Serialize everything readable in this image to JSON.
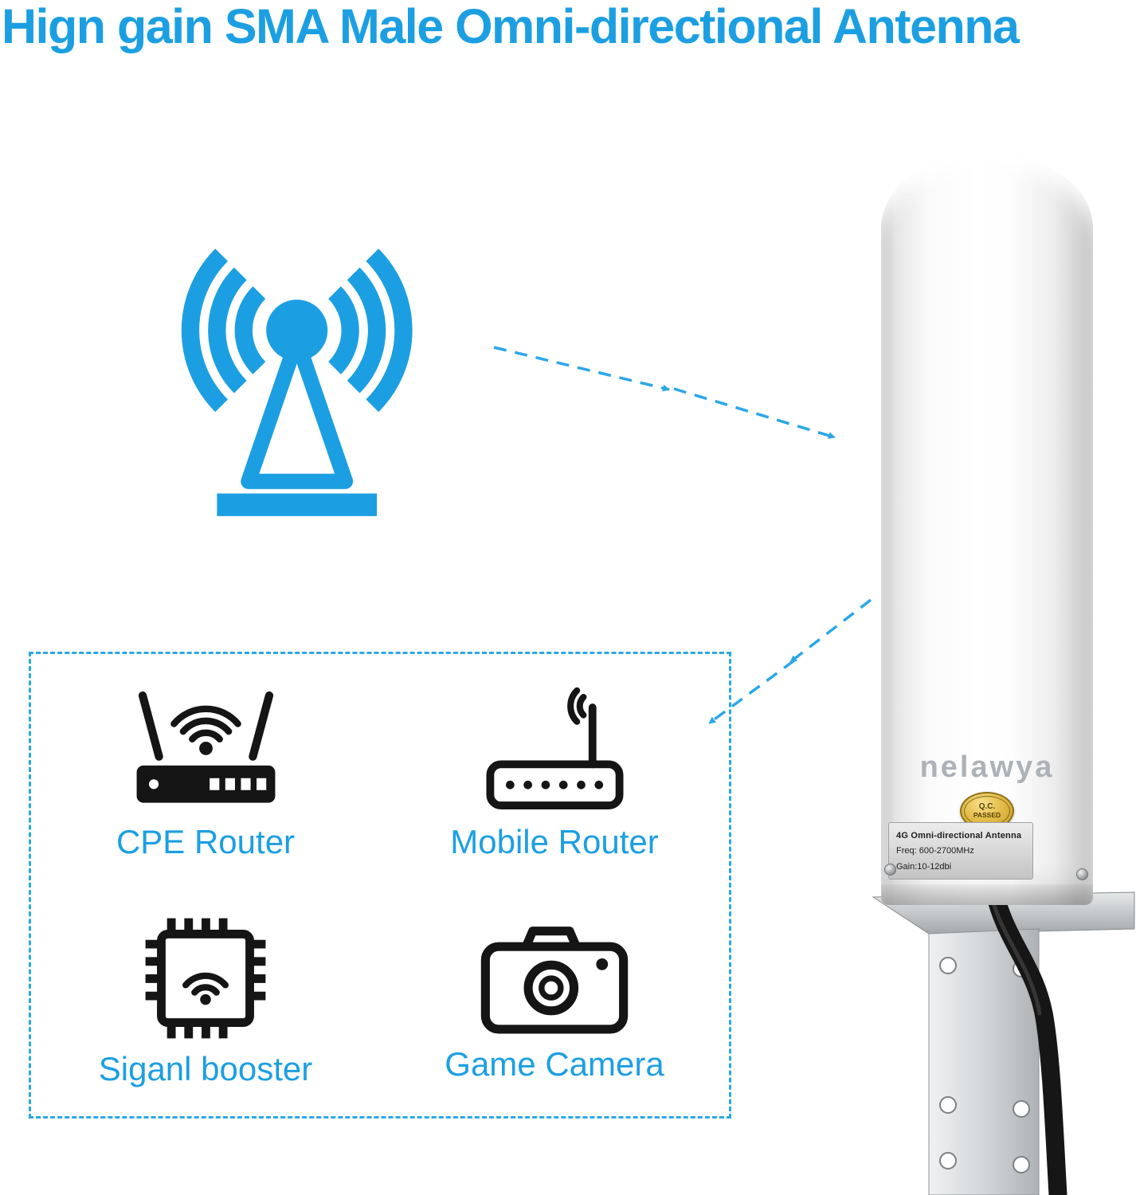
{
  "title": "Hign gain SMA Male Omni-directional Antenna",
  "colors": {
    "accent": "#1C9FE2",
    "icon": "#151515",
    "gold": "#D9B23A"
  },
  "antenna": {
    "brand": "nelawya",
    "qc_line1": "Q.C.",
    "qc_line2": "PASSED",
    "spec_line1": "4G Omni-directional Antenna",
    "spec_line2": "Freq:  600-2700MHz",
    "spec_line3": "Gain:10-12dbi"
  },
  "devices": [
    {
      "label": "CPE Router"
    },
    {
      "label": "Mobile Router"
    },
    {
      "label": "Siganl booster"
    },
    {
      "label": "Game Camera"
    }
  ]
}
